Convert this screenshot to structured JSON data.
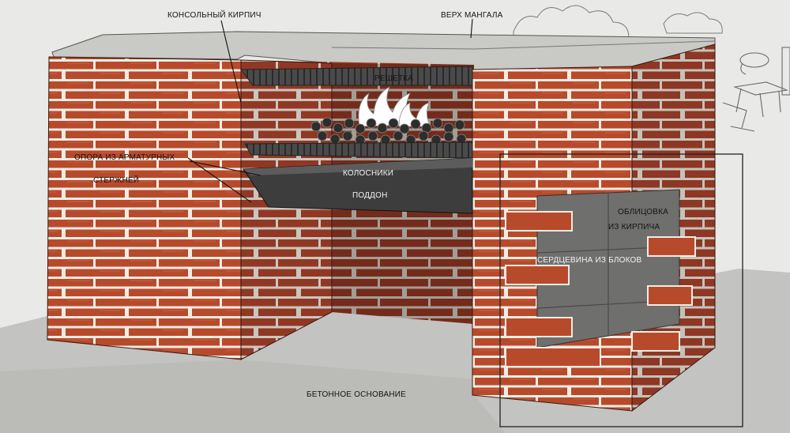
{
  "labels": {
    "top": "ВЕРХ МАНГАЛА",
    "console_brick": "КОНСОЛЬНЫЙ КИРПИЧ",
    "grill": "РЕШЕТКА",
    "rebar_support_line1": "ОПОРА ИЗ АРМАТУРНЫХ",
    "rebar_support_line2": "СТЕРЖНЕЙ",
    "grate": "КОЛОСНИКИ",
    "tray": "ПОДДОН",
    "cladding_line1": "ОБЛИЦОВКА",
    "cladding_line2": "ИЗ КИРПИЧА",
    "block_core": "СЕРДЦЕВИНА ИЗ БЛОКОВ",
    "foundation": "БЕТОННОЕ ОСНОВАНИЕ"
  },
  "colors": {
    "background": "#e9e9e7",
    "brick": "#b84a2c",
    "brick_shadow": "#8f3620",
    "mortar": "#f0ece4",
    "slab": "#c9c9c6",
    "ground": "#c3c3c1",
    "metal": "#3d3d3d",
    "block_core": "#6f6f6d"
  }
}
